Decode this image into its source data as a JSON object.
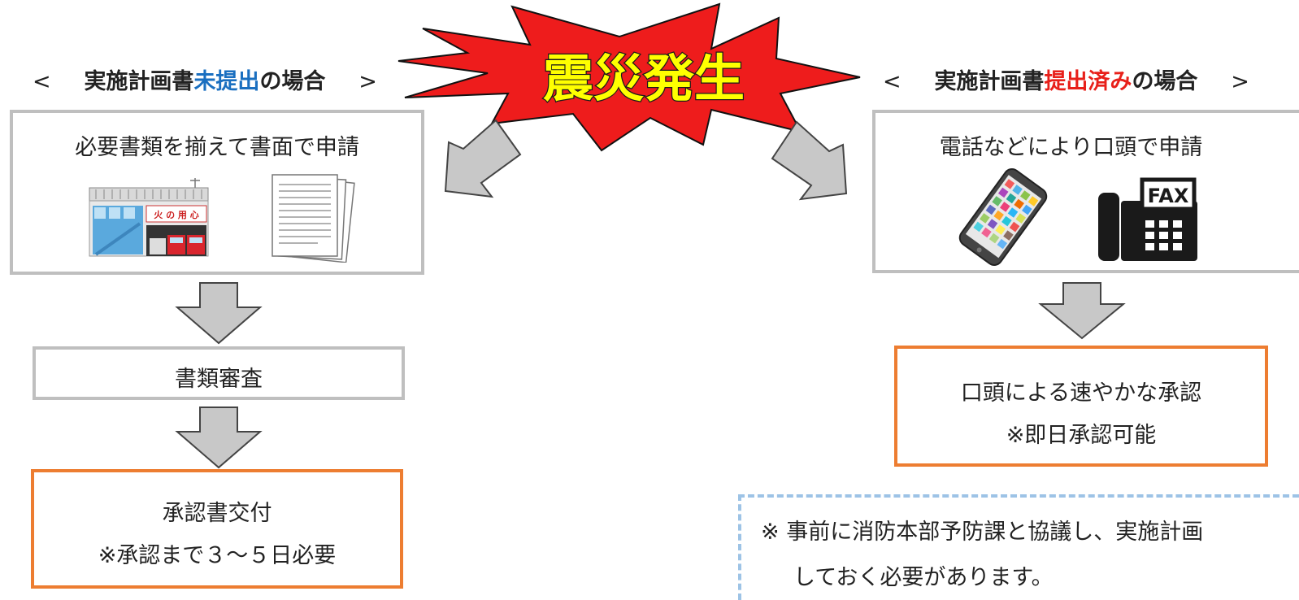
{
  "burst": {
    "text": "震災発生"
  },
  "left": {
    "heading": {
      "open": "<",
      "pre": "実施計画書",
      "hl": "未提出",
      "post": "の場合",
      "close": ">"
    },
    "apply_text": "必要書類を揃えて書面で申請",
    "icons": [
      "fire-station-icon",
      "documents-icon"
    ],
    "station_sign": "火 の 用 心",
    "review_text": "書類審査",
    "result_line1": "承認書交付",
    "result_line2": "※承認まで３～５日必要"
  },
  "right": {
    "heading": {
      "open": "<",
      "pre": "実施計画書",
      "hl": "提出済み",
      "post": "の場合",
      "close": ">"
    },
    "apply_text": "電話などにより口頭で申請",
    "icons": [
      "smartphone-icon",
      "fax-icon"
    ],
    "fax_label": "FAX",
    "result_line1": "口頭による速やかな承認",
    "result_line2": "※即日承認可能"
  },
  "note": {
    "line1": "※ 事前に消防本部予防課と協議し、実施計画",
    "line2": "しておく必要があります。"
  },
  "colors": {
    "highlight_left": "#1a6fc0",
    "highlight_right": "#e8201a",
    "burst_fill": "#ee1c1c",
    "burst_text": "#ffff00",
    "result_border": "#ed7d31",
    "box_border": "#bfbfbf",
    "note_border": "#9dc3e6"
  }
}
